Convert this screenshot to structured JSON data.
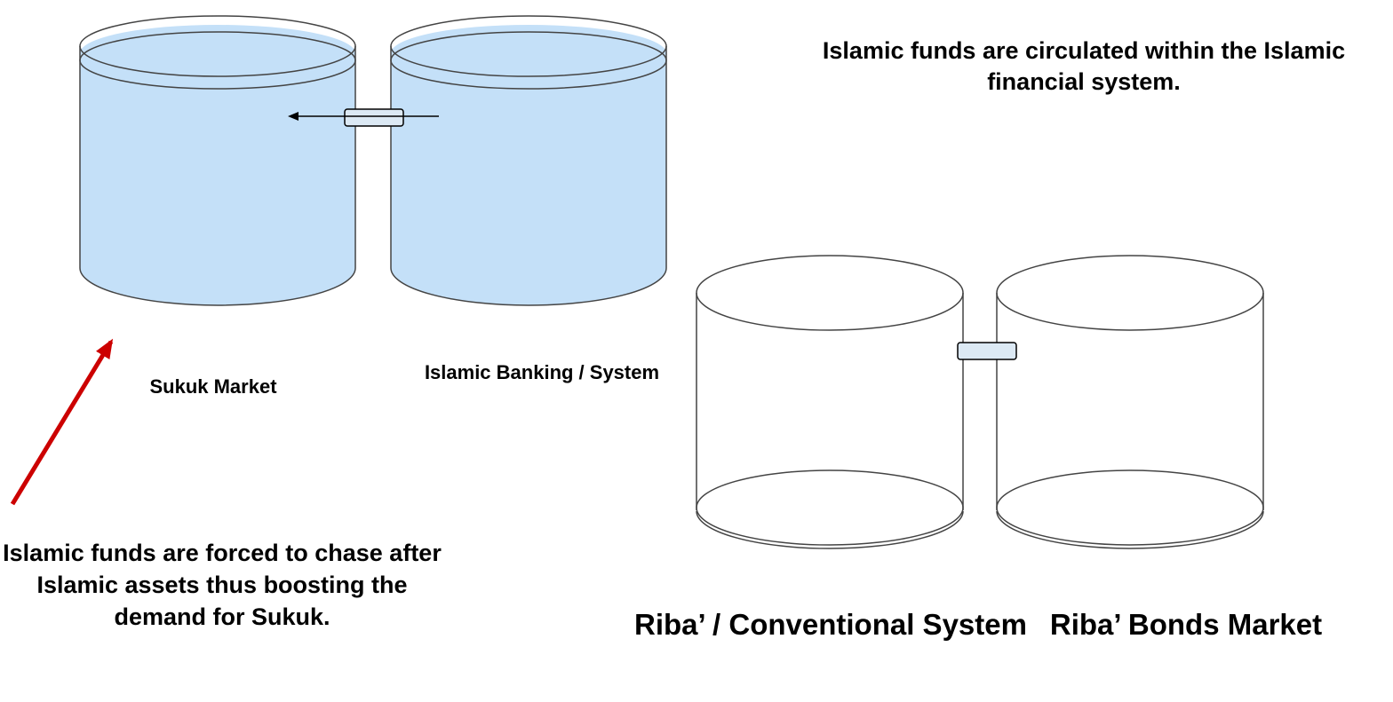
{
  "header": {
    "note": "Islamic funds are circulated within the Islamic financial system."
  },
  "islamic_system": {
    "left_tank_label": "Sukuk Market",
    "right_tank_label": "Islamic Banking / System",
    "tank_fill_color": "#c4e0f8",
    "pipe_fill_color": "#dce9f4"
  },
  "bottom_note": "Islamic funds are forced to chase after Islamic assets thus boosting the demand for Sukuk.",
  "conventional_system": {
    "left_tank_label": "Riba’ / Conventional System",
    "right_tank_label": "Riba’ Bonds Market"
  },
  "colors": {
    "outline": "#444444",
    "arrow_red": "#cc0000",
    "arrow_black": "#000000"
  }
}
